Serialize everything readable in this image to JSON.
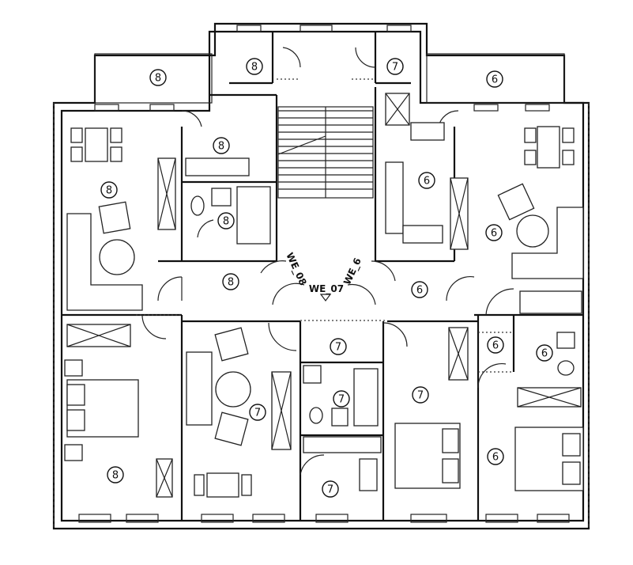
{
  "rooms": [
    {
      "id": "balcony-left",
      "label": "8"
    },
    {
      "id": "storage-top-left",
      "label": "8"
    },
    {
      "id": "storage-top-right",
      "label": "7"
    },
    {
      "id": "balcony-right",
      "label": "6"
    },
    {
      "id": "kitchen-left",
      "label": "8"
    },
    {
      "id": "living-left",
      "label": "8"
    },
    {
      "id": "bath-left",
      "label": "8"
    },
    {
      "id": "hall-left",
      "label": "8"
    },
    {
      "id": "bedroom-left",
      "label": "8"
    },
    {
      "id": "kitchen-right",
      "label": "6"
    },
    {
      "id": "living-right",
      "label": "6"
    },
    {
      "id": "hall-right",
      "label": "6"
    },
    {
      "id": "entry-right",
      "label": "6"
    },
    {
      "id": "bath-right",
      "label": "6"
    },
    {
      "id": "bedroom-right",
      "label": "6"
    },
    {
      "id": "hall-mid",
      "label": "7"
    },
    {
      "id": "living-mid",
      "label": "7"
    },
    {
      "id": "bath-mid",
      "label": "7"
    },
    {
      "id": "bedroom-mid",
      "label": "7"
    },
    {
      "id": "kitchen-mid",
      "label": "7"
    }
  ],
  "unit_tags": {
    "left": "WE_08",
    "mid": "WE_07",
    "right": "WE_6"
  }
}
